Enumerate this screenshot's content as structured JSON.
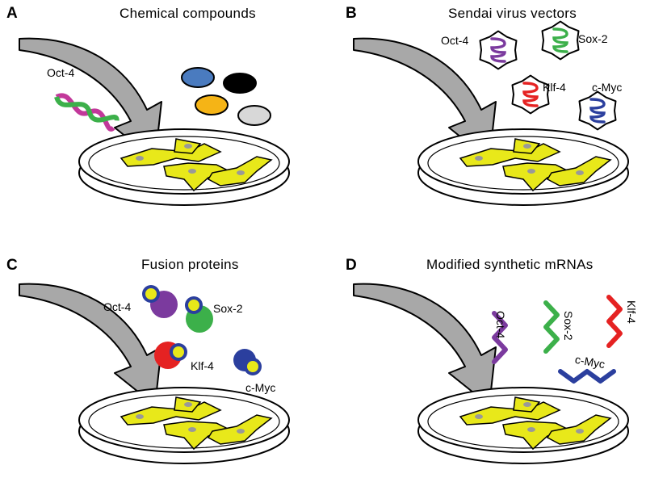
{
  "panels": [
    {
      "letter": "A",
      "title": "Chemical compounds"
    },
    {
      "letter": "B",
      "title": "Sendai virus vectors"
    },
    {
      "letter": "C",
      "title": "Fusion proteins"
    },
    {
      "letter": "D",
      "title": "Modified synthetic mRNAs"
    }
  ],
  "factors": {
    "oct4": "Oct-4",
    "sox2": "Sox-2",
    "klf4": "Klf-4",
    "cmyc": "c-Myc"
  },
  "colors": {
    "cell": "#e8e81a",
    "arrow": "#a8a8a8",
    "oct4": "#7b3a9e",
    "sox2": "#3cb04a",
    "klf4": "#e52222",
    "cmyc": "#2b3f9e",
    "dna_pink": "#c2389a",
    "dna_green": "#3cb04a",
    "chem_blue": "#4a7bbf",
    "chem_black": "#000000",
    "chem_orange": "#f5b416",
    "chem_gray": "#d8d8d8"
  }
}
